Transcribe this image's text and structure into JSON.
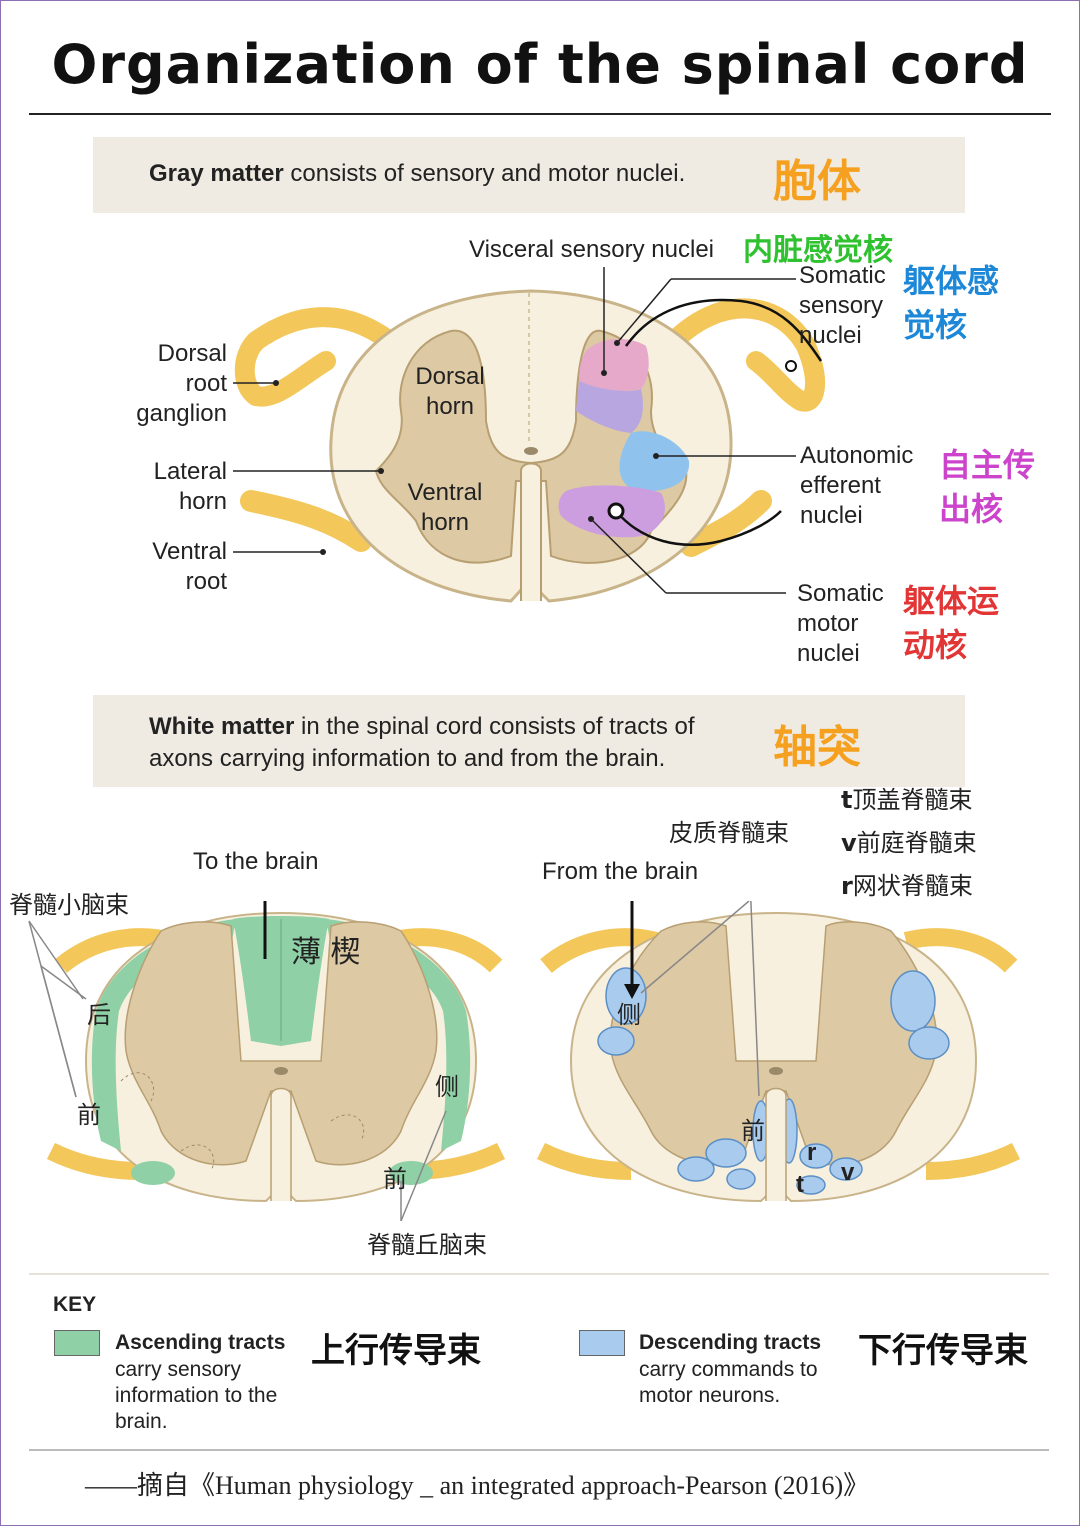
{
  "title": "Organization of the spinal cord",
  "gray_band": {
    "bold": "Gray matter",
    "text": " consists of sensory and motor nuclei.",
    "cn": "胞体",
    "cn_color": "#f6a020"
  },
  "top_labels": {
    "visceral": "Visceral sensory nuclei",
    "visceral_cn": "内脏感觉核",
    "somatic_sensory": [
      "Somatic",
      "sensory",
      "nuclei"
    ],
    "somatic_sensory_cn": [
      "躯体感",
      "觉核"
    ],
    "dorsal_root_ganglion": [
      "Dorsal",
      "root",
      "ganglion"
    ],
    "lateral_horn": [
      "Lateral",
      "horn"
    ],
    "ventral_root": [
      "Ventral",
      "root"
    ],
    "dorsal_horn": [
      "Dorsal",
      "horn"
    ],
    "ventral_horn": [
      "Ventral",
      "horn"
    ],
    "autonomic": [
      "Autonomic",
      "efferent",
      "nuclei"
    ],
    "autonomic_cn": [
      "自主传",
      "出核"
    ],
    "somatic_motor": [
      "Somatic",
      "motor",
      "nuclei"
    ],
    "somatic_motor_cn": [
      "躯体运",
      "动核"
    ]
  },
  "white_band": {
    "bold": "White matter",
    "text1": " in the spinal cord consists of tracts of",
    "text2": "axons carrying information to and from the brain.",
    "cn": "轴突",
    "cn_color": "#f6a020"
  },
  "bottom_left": {
    "to_brain": "To the brain",
    "spinocerebellar": "脊髓小脑束",
    "fasciculi": "薄 楔",
    "posterior": "后",
    "anterior_left": "前",
    "lateral": "侧",
    "anterior_right": "前",
    "spinothalamic": "脊髓丘脑束"
  },
  "bottom_right": {
    "from_brain": "From the brain",
    "corticospinal": "皮质脊髓束",
    "lateral": "侧",
    "anterior": "前",
    "r": "r",
    "t": "t",
    "v": "v",
    "legend": [
      {
        "letter": "t",
        "text": "顶盖脊髓束"
      },
      {
        "letter": "v",
        "text": "前庭脊髓束"
      },
      {
        "letter": "r",
        "text": "网状脊髓束"
      }
    ]
  },
  "key": {
    "heading": "KEY",
    "ascending": {
      "title": "Ascending tracts",
      "lines": [
        "carry sensory",
        "information to the",
        "brain."
      ],
      "cn": "上行传导束",
      "color": "#8fd0a6"
    },
    "descending": {
      "title": "Descending tracts",
      "lines": [
        "carry commands to",
        "motor neurons."
      ],
      "cn": "下行传导束",
      "color": "#a9cbee"
    }
  },
  "footer": "——摘自《Human physiology _ an integrated approach-Pearson (2016)》",
  "colors": {
    "green_cn": "#2fc12f",
    "blue_cn": "#1e88d8",
    "magenta_cn": "#cc44cc",
    "red_cn": "#e23535",
    "gray_fill": "#ddc9a4",
    "white_fill": "#f7f0df",
    "nerve": "#f3c75a"
  }
}
